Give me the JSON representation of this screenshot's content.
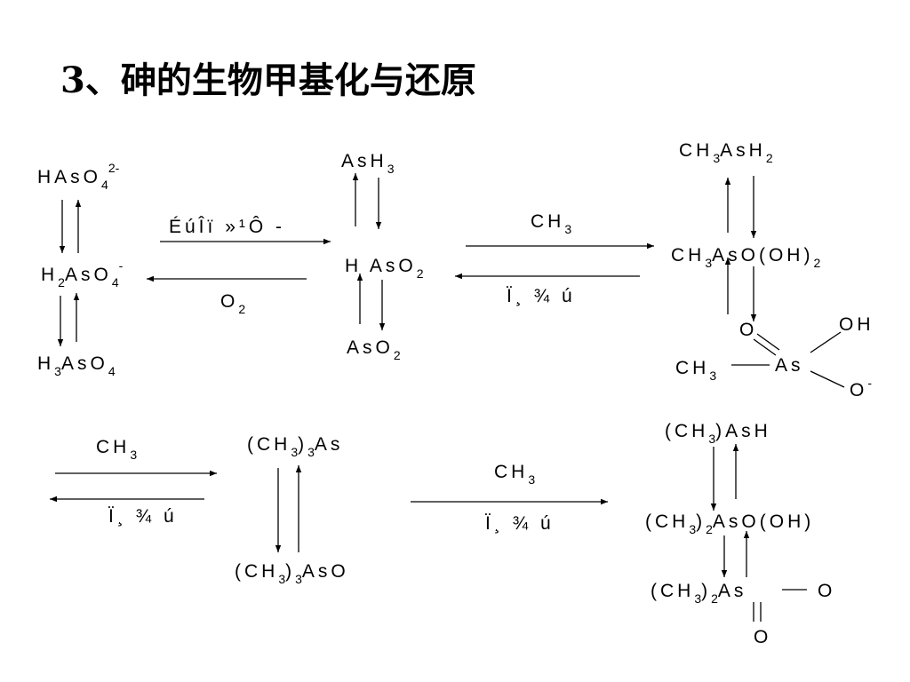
{
  "title": "3、砷的生物甲基化与还原",
  "labels": {
    "HAsO4": "HAsO",
    "H2AsO4": "AsO",
    "H3AsO4": "AsO",
    "AsH3": "AsH",
    "HAsO2": "H AsO",
    "AsO2": "AsO",
    "CH3AsH2": "CH",
    "CH3AsOOH2": "CH",
    "ch3_left": "CH",
    "as_center": "As",
    "o_double": "O",
    "oh": "OH",
    "o_minus": "O",
    "me3as": "(CH",
    "me3aso": "(CH",
    "me2ash": "(CH",
    "me2asooh": "(CH",
    "me2aso": "(CH",
    "o_right": "O",
    "o_bottom": "O"
  },
  "arrows": {
    "reduce_label": "ÉúÎï »¹Ô -",
    "o2_label": "O",
    "ch3_label_1": "CH",
    "reverse_label_1": "Ï¸ ¾ ú",
    "ch3_label_2": "CH",
    "reverse_label_2": "Ï¸ ¾ ú",
    "ch3_label_3": "CH",
    "reverse_label_3": "Ï¸ ¾ ú"
  }
}
